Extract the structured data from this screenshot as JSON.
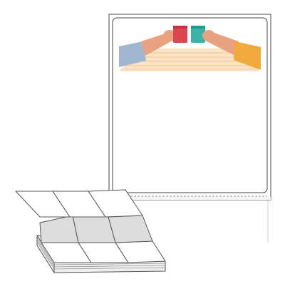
{
  "product": {
    "label_count_across": 3,
    "fold_style": "fanfold",
    "page_orientation": "portrait"
  },
  "colors": {
    "outline": "#555555",
    "page_bg": "#ffffff",
    "label_bg": "#ffffff",
    "stack_face": "#dddddd",
    "mug_left": "#e0454f",
    "mug_right": "#3bb3a9",
    "skin": "#e8a27f",
    "sleeve_left": "#9fb6cf",
    "sleeve_right": "#f2a93b",
    "table": "#fbe3c5",
    "table_stripe": "#f1c79b"
  },
  "icons": {
    "illustration": "cheers-mugs-illustration",
    "fanfold": "fanfold-label-stack-icon"
  }
}
